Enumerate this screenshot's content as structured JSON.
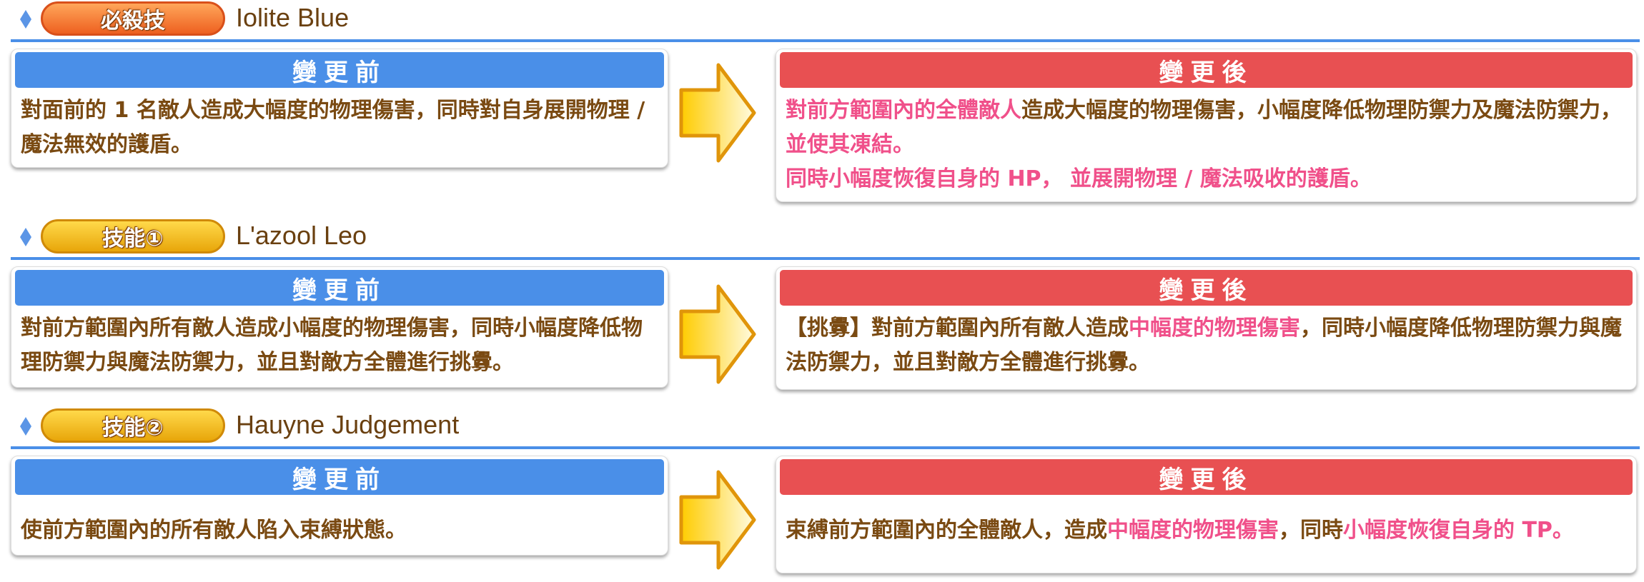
{
  "colors": {
    "before": "#4a8fe8",
    "after": "#e85052",
    "highlight": "#f0508a",
    "text": "#7a4a12"
  },
  "sections": [
    {
      "badge": "必殺技",
      "name": "Iolite Blue",
      "before_label": "變更前",
      "after_label": "變更後",
      "before": [
        {
          "t": "對面前的 1 名敵人造成大幅度的物理傷害，同時對自身展開物理 / 魔法無效的護盾。",
          "h": false
        }
      ],
      "after": [
        {
          "t": "對前方範圍內的全體敵人",
          "h": true
        },
        {
          "t": "造成大幅度的物理傷害，小幅度降低物理防禦力及魔法防禦力，",
          "h": false
        },
        {
          "t": "並使其凍結。",
          "h": true
        },
        {
          "t": "\n",
          "h": false
        },
        {
          "t": "同時小幅度恢復自身的 HP， 並展開物理 / 魔法吸收的護盾。",
          "h": true
        }
      ]
    },
    {
      "badge": "技能①",
      "name": "L'azool Leo",
      "before_label": "變更前",
      "after_label": "變更後",
      "before": [
        {
          "t": "對前方範圍內所有敵人造成小幅度的物理傷害，同時小幅度降低物理防禦力與魔法防禦力，並且對敵方全體進行挑釁。",
          "h": false
        }
      ],
      "after": [
        {
          "t": "【挑釁】對前方範圍內所有敵人造成",
          "h": false
        },
        {
          "t": "中幅度的物理傷害",
          "h": true
        },
        {
          "t": "，同時小幅度降低物理防禦力與魔法防禦力，並且對敵方全體進行挑釁。",
          "h": false
        }
      ]
    },
    {
      "badge": "技能②",
      "name": "Hauyne Judgement",
      "before_label": "變更前",
      "after_label": "變更後",
      "before": [
        {
          "t": "使前方範圍內的所有敵人陷入束縛狀態。",
          "h": false
        }
      ],
      "after": [
        {
          "t": "束縛前方範圍內的全體敵人，造成",
          "h": false
        },
        {
          "t": "中幅度的物理傷害",
          "h": true
        },
        {
          "t": "，同時",
          "h": false
        },
        {
          "t": "小幅度恢復自身的 TP。",
          "h": true
        }
      ]
    }
  ]
}
